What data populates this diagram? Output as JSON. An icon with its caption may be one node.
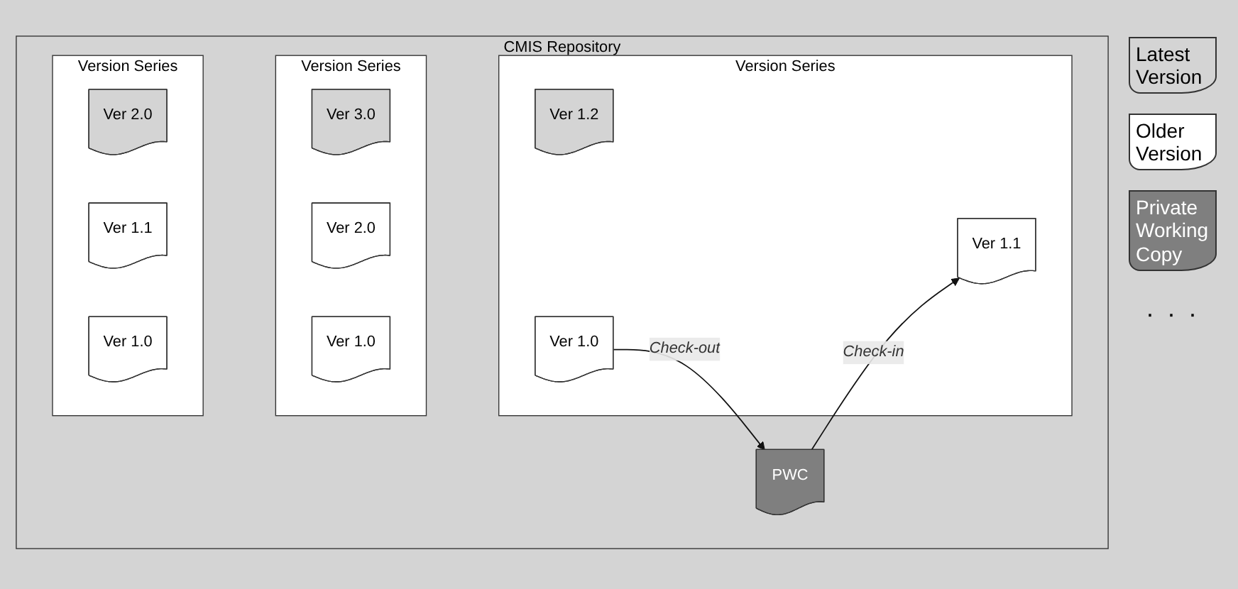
{
  "diagram": {
    "nodes": [
      {
        "text": [
          "CMIS Repository"
        ]
      },
      {
        "text": [
          "Version Series"
        ],
        "in": 0
      },
      {
        "text": [
          "Ver 2.0"
        ],
        "in": 1
      },
      {
        "text": [
          "Ver 1.1"
        ],
        "in": 1
      },
      {
        "text": [
          "Ver 1.0"
        ],
        "in": 1
      },
      {
        "text": [
          "Version Series"
        ],
        "in": 0
      },
      {
        "text": [
          "Ver 3.0"
        ],
        "in": 5
      },
      {
        "text": [
          "Ver 2.0"
        ],
        "in": 5
      },
      {
        "text": [
          "Ver 1.0"
        ],
        "in": 5
      },
      {
        "text": [
          "Version Series"
        ],
        "in": 0
      },
      {
        "text": [
          "Ver 1.2"
        ],
        "in": 9
      },
      {
        "text": [
          "Ver 1.1"
        ],
        "in": 9
      },
      {
        "text": [
          "Ver 1.0"
        ],
        "in": 9
      },
      {
        "text": [
          "PWC"
        ],
        "in": 0
      }
    ],
    "edges": [
      {
        "from": 12,
        "to": 13,
        "arrow": "to",
        "label": "Check-out"
      },
      {
        "from": 13,
        "to": 11,
        "arrow": "to",
        "label": "Check-in"
      }
    ],
    "labels": [
      "· · ·"
    ],
    "legend": [
      {
        "text": "Latest Version",
        "color": "#d4d4d4"
      },
      {
        "text": "Older Version",
        "color": "#ffffff"
      },
      {
        "text": "Private Working Copy",
        "color": "#7f7f7f"
      }
    ]
  }
}
